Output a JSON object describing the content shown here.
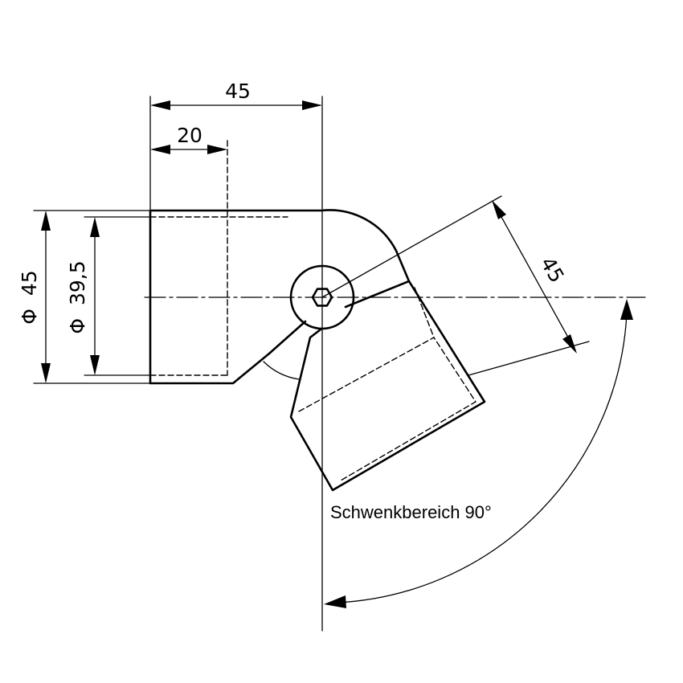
{
  "dimensions": {
    "overall_length": "45",
    "socket_depth": "20",
    "outer_diameter": "45",
    "inner_diameter": "39,5",
    "swivel_arm_length": "45",
    "diameter_symbol": "Φ"
  },
  "annotation": {
    "swivel_range": "Schwenkbereich 90°"
  }
}
